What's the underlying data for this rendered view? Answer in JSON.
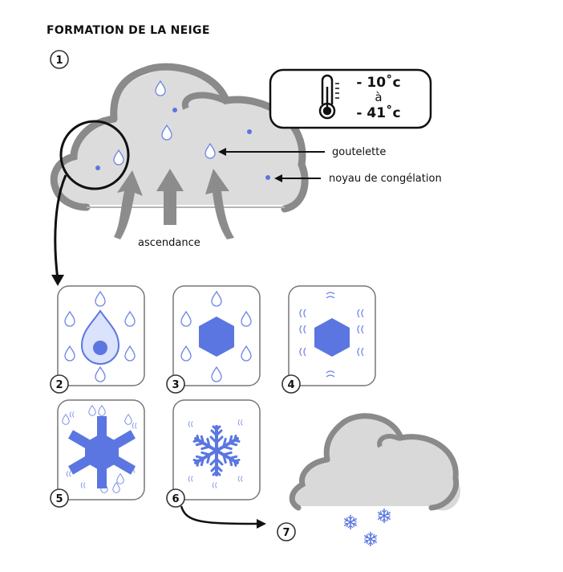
{
  "title": "FORMATION DE LA NEIGE",
  "steps": [
    "1",
    "2",
    "3",
    "4",
    "5",
    "6",
    "7"
  ],
  "temperature": {
    "top": "- 10˚c",
    "middle": "à",
    "bottom": "- 41˚c"
  },
  "labels": {
    "droplet": "goutelette",
    "nucleus": "noyau de congélation",
    "updraft": "ascendance"
  },
  "colors": {
    "cloud_fill": "#d9d9d9",
    "cloud_outline": "#8a8a8a",
    "accent_blue": "#5b76e0",
    "arrow_gray": "#8c8c8c"
  },
  "icons": [
    "thermometer-icon",
    "droplet-icon",
    "ice-crystal-icon",
    "snowflake-icon",
    "wind-swirl-icon"
  ]
}
